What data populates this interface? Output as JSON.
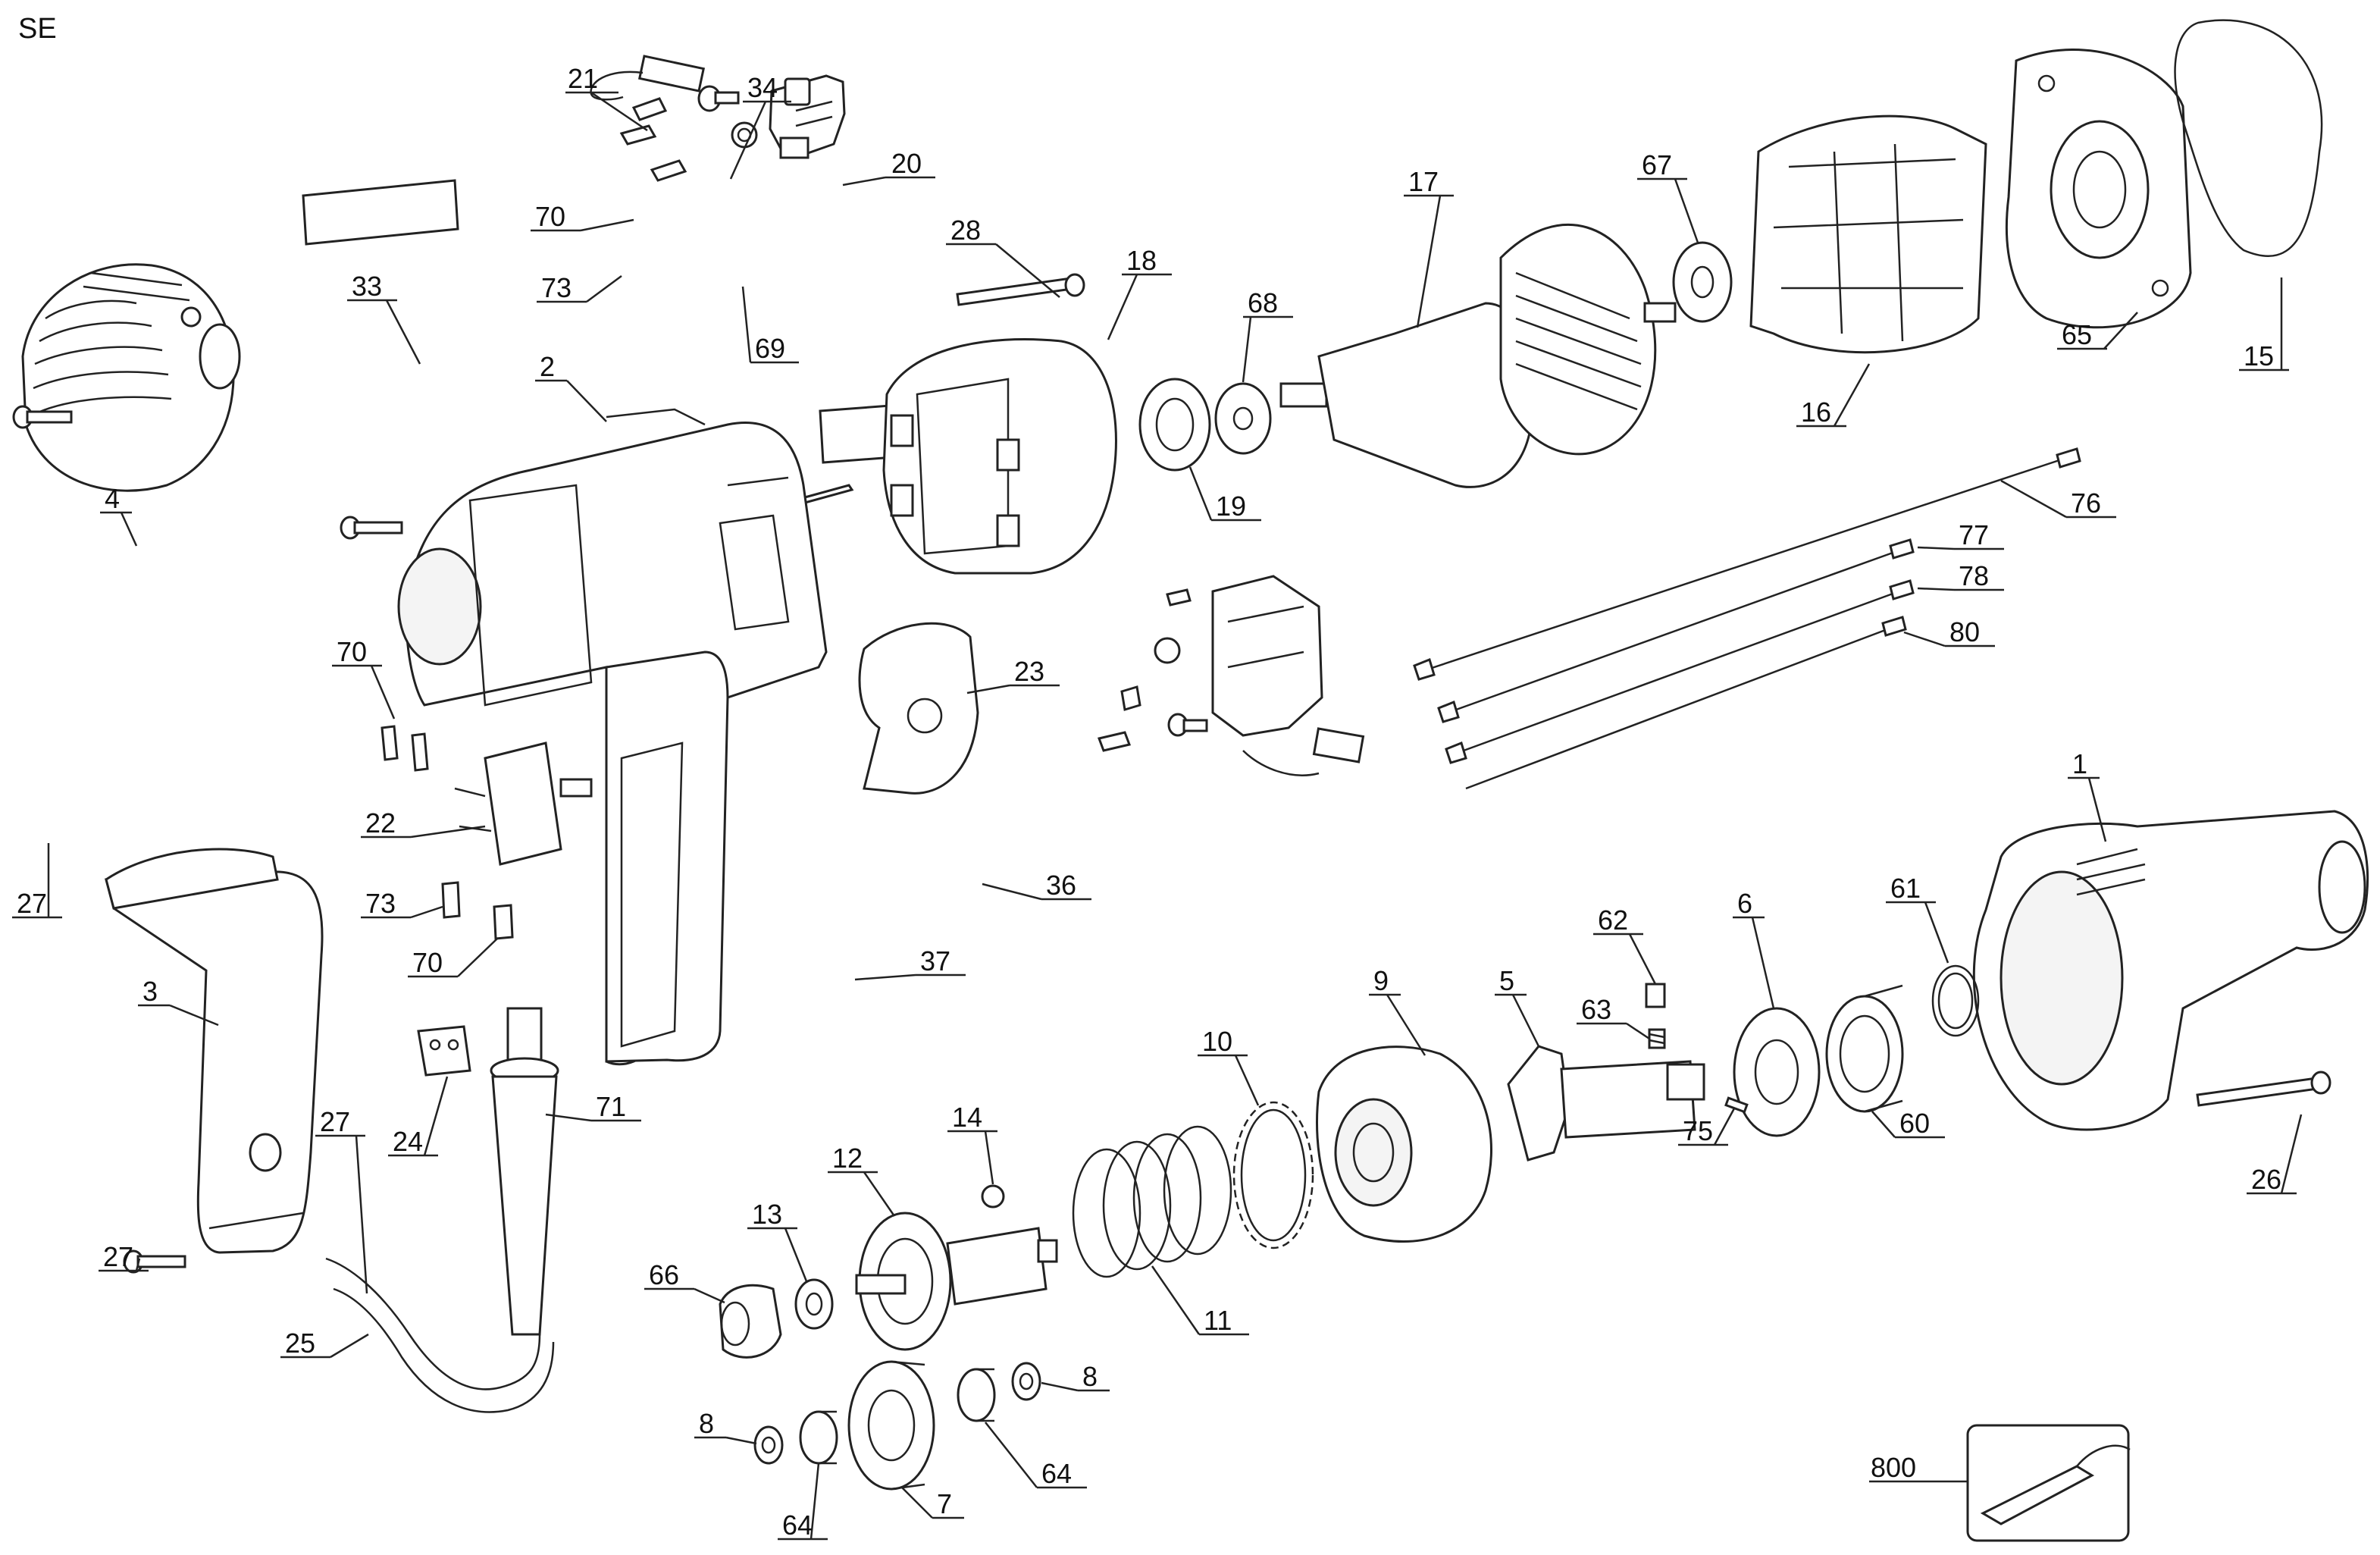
{
  "corner_label": "SE",
  "parts": [
    "1",
    "2",
    "3",
    "4",
    "5",
    "6",
    "7",
    "8",
    "9",
    "10",
    "11",
    "12",
    "13",
    "14",
    "15",
    "16",
    "17",
    "18",
    "19",
    "20",
    "21",
    "22",
    "23",
    "24",
    "25",
    "26",
    "27",
    "28",
    "33",
    "34",
    "36",
    "37",
    "60",
    "61",
    "62",
    "63",
    "64",
    "65",
    "66",
    "67",
    "68",
    "69",
    "70",
    "71",
    "73",
    "75",
    "76",
    "77",
    "78",
    "80",
    "800"
  ],
  "callouts": [
    {
      "id": "c21",
      "text": "21"
    },
    {
      "id": "c34",
      "text": "34"
    },
    {
      "id": "c20",
      "text": "20"
    },
    {
      "id": "c70a",
      "text": "70"
    },
    {
      "id": "c73a",
      "text": "73"
    },
    {
      "id": "c69",
      "text": "69"
    },
    {
      "id": "c33",
      "text": "33"
    },
    {
      "id": "c2",
      "text": "2"
    },
    {
      "id": "c28",
      "text": "28"
    },
    {
      "id": "c18",
      "text": "18"
    },
    {
      "id": "c68",
      "text": "68"
    },
    {
      "id": "c19",
      "text": "19"
    },
    {
      "id": "c17",
      "text": "17"
    },
    {
      "id": "c67",
      "text": "67"
    },
    {
      "id": "c16",
      "text": "16"
    },
    {
      "id": "c65",
      "text": "65"
    },
    {
      "id": "c15",
      "text": "15"
    },
    {
      "id": "c4",
      "text": "4"
    },
    {
      "id": "c70b",
      "text": "70"
    },
    {
      "id": "c22",
      "text": "22"
    },
    {
      "id": "c23",
      "text": "23"
    },
    {
      "id": "c76",
      "text": "76"
    },
    {
      "id": "c77",
      "text": "77"
    },
    {
      "id": "c78",
      "text": "78"
    },
    {
      "id": "c80",
      "text": "80"
    },
    {
      "id": "c27a",
      "text": "27"
    },
    {
      "id": "c73b",
      "text": "73"
    },
    {
      "id": "c70c",
      "text": "70"
    },
    {
      "id": "c36",
      "text": "36"
    },
    {
      "id": "c1",
      "text": "1"
    },
    {
      "id": "c37",
      "text": "37"
    },
    {
      "id": "c3",
      "text": "3"
    },
    {
      "id": "c62",
      "text": "62"
    },
    {
      "id": "c6",
      "text": "6"
    },
    {
      "id": "c61",
      "text": "61"
    },
    {
      "id": "c9",
      "text": "9"
    },
    {
      "id": "c5",
      "text": "5"
    },
    {
      "id": "c63",
      "text": "63"
    },
    {
      "id": "c10",
      "text": "10"
    },
    {
      "id": "c27b",
      "text": "27"
    },
    {
      "id": "c24",
      "text": "24"
    },
    {
      "id": "c71",
      "text": "71"
    },
    {
      "id": "c14",
      "text": "14"
    },
    {
      "id": "c60",
      "text": "60"
    },
    {
      "id": "c75",
      "text": "75"
    },
    {
      "id": "c26",
      "text": "26"
    },
    {
      "id": "c12",
      "text": "12"
    },
    {
      "id": "c13",
      "text": "13"
    },
    {
      "id": "c27c",
      "text": "27"
    },
    {
      "id": "c66",
      "text": "66"
    },
    {
      "id": "c11",
      "text": "11"
    },
    {
      "id": "c25",
      "text": "25"
    },
    {
      "id": "c8a",
      "text": "8"
    },
    {
      "id": "c8b",
      "text": "8"
    },
    {
      "id": "c64a",
      "text": "64"
    },
    {
      "id": "c800",
      "text": "800"
    },
    {
      "id": "c64b",
      "text": "64"
    },
    {
      "id": "c7",
      "text": "7"
    }
  ]
}
